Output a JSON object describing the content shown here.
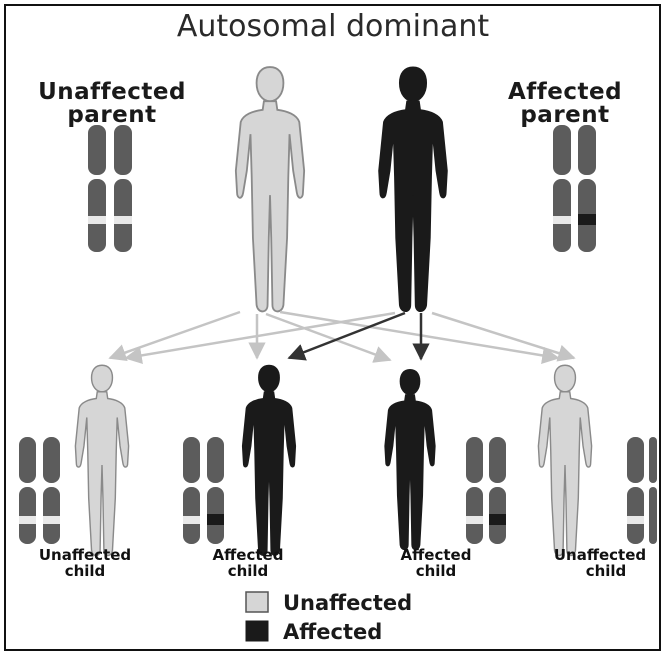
{
  "title": "Autosomal dominant",
  "colors": {
    "unaffected_fill": "#d6d6d6",
    "unaffected_stroke": "#8a8a8a",
    "affected_fill": "#1a1a1a",
    "chromosome": "#5c5c5c",
    "allele_normal": "#e8e8e8",
    "allele_mutant": "#1a1a1a",
    "arrow_light": "#c4c4c4",
    "arrow_dark": "#333333"
  },
  "parents": [
    {
      "label_line1": "Unaffected",
      "label_line2": "parent",
      "status": "unaffected"
    },
    {
      "label_line1": "Affected",
      "label_line2": "parent",
      "status": "affected"
    }
  ],
  "children": [
    {
      "label_line1": "Unaffected",
      "label_line2": "child",
      "status": "unaffected"
    },
    {
      "label_line1": "Affected",
      "label_line2": "child",
      "status": "affected"
    },
    {
      "label_line1": "Affected",
      "label_line2": "child",
      "status": "affected"
    },
    {
      "label_line1": "Unaffected",
      "label_line2": "child",
      "status": "unaffected"
    }
  ],
  "legend": [
    {
      "label": "Unaffected",
      "color": "#d6d6d6"
    },
    {
      "label": "Affected",
      "color": "#1a1a1a"
    }
  ]
}
